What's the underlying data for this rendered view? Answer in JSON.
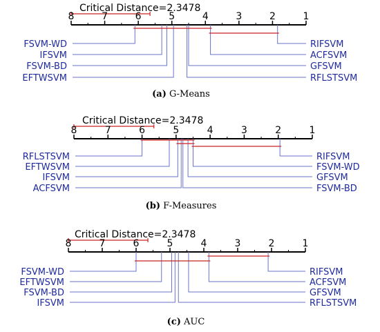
{
  "colors": {
    "axis": "#000000",
    "critical": "#cc2222",
    "algorithm_label": "#1f2a9e",
    "connector": "#6a72c8"
  },
  "chart_data": [
    {
      "type": "critical-difference",
      "panel": "a",
      "caption_letter": "(a)",
      "caption_text": " G-Means",
      "critical_distance_label": "Critical Distance=2.3478",
      "critical_distance": 2.3478,
      "xlim": [
        8,
        1
      ],
      "ticks": [
        8,
        7,
        6,
        5,
        4,
        3,
        2,
        1
      ],
      "tick_labels": [
        "8",
        "7",
        "6",
        "5",
        "4",
        "3",
        "2",
        "1"
      ],
      "left_algorithms": [
        {
          "name": "FSVM-WD",
          "rank": 6.1
        },
        {
          "name": "IFSVM",
          "rank": 5.3
        },
        {
          "name": "FSVM-BD",
          "rank": 5.15
        },
        {
          "name": "EFTWSVM",
          "rank": 4.95
        }
      ],
      "right_algorithms": [
        {
          "name": "RIFSVM",
          "rank": 1.85
        },
        {
          "name": "ACFSVM",
          "rank": 3.85
        },
        {
          "name": "GFSVM",
          "rank": 4.5
        },
        {
          "name": "RFLSTSVM",
          "rank": 4.55
        }
      ],
      "cliques": [
        [
          6.1,
          3.85
        ],
        [
          3.85,
          1.85
        ]
      ]
    },
    {
      "type": "critical-difference",
      "panel": "b",
      "caption_letter": "(b)",
      "caption_text": " F-Measures",
      "critical_distance_label": "Critical Distance=2.3478",
      "critical_distance": 2.3478,
      "xlim": [
        8,
        1
      ],
      "ticks": [
        8,
        7,
        6,
        5,
        4,
        3,
        2,
        1
      ],
      "tick_labels": [
        "8",
        "7",
        "6",
        "5",
        "4",
        "3",
        "2",
        "1"
      ],
      "left_algorithms": [
        {
          "name": "RFLSTSVM",
          "rank": 6.0
        },
        {
          "name": "EFTWSVM",
          "rank": 5.2
        },
        {
          "name": "IFSVM",
          "rank": 4.95
        },
        {
          "name": "ACFSVM",
          "rank": 4.85
        }
      ],
      "right_algorithms": [
        {
          "name": "RIFSVM",
          "rank": 1.95
        },
        {
          "name": "FSVM-WD",
          "rank": 4.5
        },
        {
          "name": "GFSVM",
          "rank": 4.65
        },
        {
          "name": "FSVM-BD",
          "rank": 4.8
        }
      ],
      "cliques": [
        [
          6.0,
          4.5
        ],
        [
          4.95,
          4.5
        ],
        [
          4.5,
          1.95
        ]
      ]
    },
    {
      "type": "critical-difference",
      "panel": "c",
      "caption_letter": "(c)",
      "caption_text": " AUC",
      "critical_distance_label": "Critical Distance=2.3478",
      "critical_distance": 2.3478,
      "xlim": [
        8,
        1
      ],
      "ticks": [
        8,
        7,
        6,
        5,
        4,
        3,
        2,
        1
      ],
      "tick_labels": [
        "8",
        "7",
        "6",
        "5",
        "4",
        "3",
        "2",
        "1"
      ],
      "left_algorithms": [
        {
          "name": "FSVM-WD",
          "rank": 6.0
        },
        {
          "name": "EFTWSVM",
          "rank": 5.25
        },
        {
          "name": "FSVM-BD",
          "rank": 4.95
        },
        {
          "name": "IFSVM",
          "rank": 4.85
        }
      ],
      "right_algorithms": [
        {
          "name": "RIFSVM",
          "rank": 2.1
        },
        {
          "name": "ACFSVM",
          "rank": 3.85
        },
        {
          "name": "GFSVM",
          "rank": 4.45
        },
        {
          "name": "RFLSTSVM",
          "rank": 4.75
        }
      ],
      "cliques": [
        [
          6.0,
          3.85
        ],
        [
          3.85,
          2.1
        ]
      ]
    }
  ]
}
